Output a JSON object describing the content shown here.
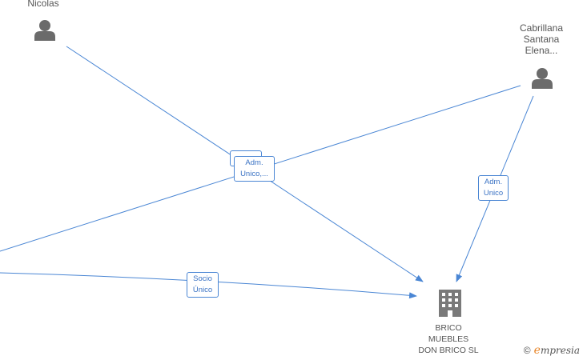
{
  "persons": [
    {
      "id": "nicolas",
      "label": "Nicolas"
    },
    {
      "id": "cabrillana",
      "label": "Cabrillana\nSantana\nElena..."
    }
  ],
  "company": {
    "label": "BRICO\nMUEBLES\nDON BRICO  SL"
  },
  "edges": [
    {
      "id": "adm1",
      "label": "Adm.\nUnico,..."
    },
    {
      "id": "adm2",
      "label": "Adm.\nUnico"
    },
    {
      "id": "socio",
      "label": "Socio\nÚnico"
    }
  ],
  "brand": {
    "copyright": "©",
    "name": "mpresia",
    "initial": "e"
  },
  "colors": {
    "edge": "#4a86d4",
    "node": "#6b6b6b",
    "text": "#555555"
  }
}
